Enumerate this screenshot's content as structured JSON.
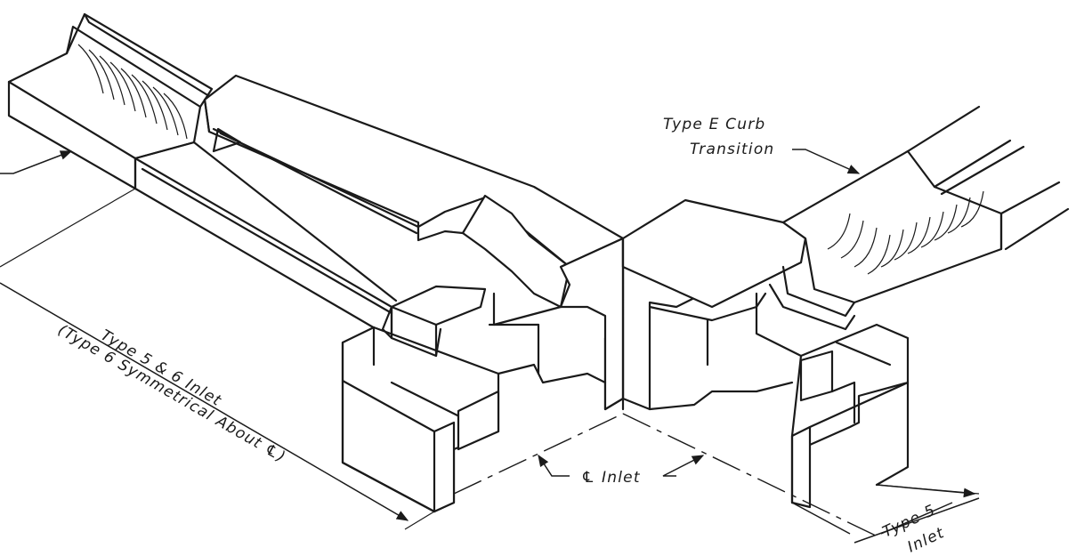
{
  "labels": {
    "type_e_line1": "Type E Curb",
    "type_e_line2": "Transition",
    "dim_line1": "Type 5 & 6 Inlet",
    "dim_line2": "(Type 6 Symmetrical About ℄)",
    "cl_inlet": "℄ Inlet",
    "type5_line1": "Type 5",
    "type5_line2": "Inlet"
  },
  "colors": {
    "ink": "#1a1a1a",
    "paper": "#ffffff"
  }
}
